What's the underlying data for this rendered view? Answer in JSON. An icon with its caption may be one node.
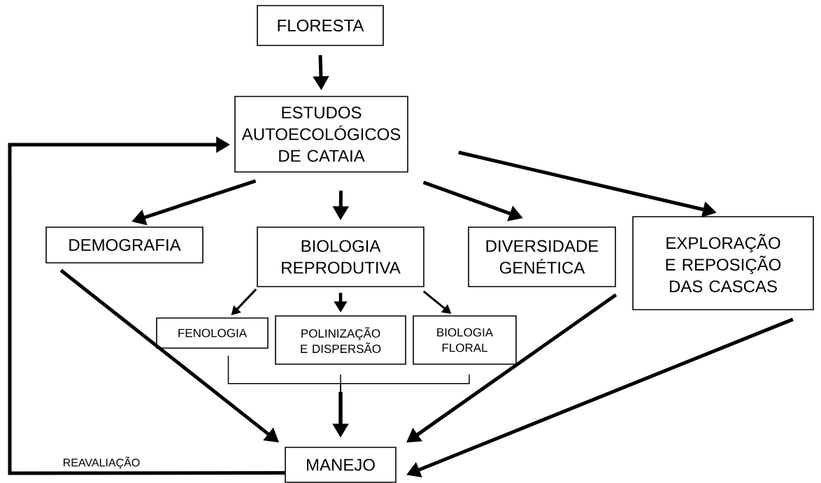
{
  "diagram": {
    "nodes": [
      {
        "text": [
          "FLORESTA"
        ]
      },
      {
        "text": [
          "ESTUDOS AUTOECOLÓGICOS DE CATAIA"
        ]
      },
      {
        "text": [
          "DEMOGRAFIA"
        ]
      },
      {
        "text": [
          "BIOLOGIA REPRODUTIVA"
        ]
      },
      {
        "text": [
          "DIVERSIDADE GENÉTICA"
        ]
      },
      {
        "text": [
          "EXPLORAÇÃO E REPOSIÇÃO DAS CASCAS"
        ]
      },
      {
        "text": [
          "FENOLOGIA"
        ]
      },
      {
        "text": [
          "POLINIZAÇÃO E DISPERSÃO"
        ]
      },
      {
        "text": [
          "BIOLOGIA FLORAL"
        ]
      },
      {
        "text": [
          "MANEJO"
        ]
      }
    ],
    "edges": [
      {
        "from": 0,
        "to": 1,
        "arrow": "to"
      },
      {
        "from": 1,
        "to": 2,
        "arrow": "to"
      },
      {
        "from": 1,
        "to": 3,
        "arrow": "to"
      },
      {
        "from": 1,
        "to": 4,
        "arrow": "to"
      },
      {
        "from": 1,
        "to": 5,
        "arrow": "to"
      },
      {
        "from": 3,
        "to": 6,
        "arrow": "to"
      },
      {
        "from": 3,
        "to": 7,
        "arrow": "to"
      },
      {
        "from": 3,
        "to": 8,
        "arrow": "to"
      },
      {
        "from": 2,
        "to": 9,
        "arrow": "to"
      },
      {
        "from": 4,
        "to": 9,
        "arrow": "to"
      },
      {
        "from": 5,
        "to": 9,
        "arrow": "to"
      },
      {
        "from": 6,
        "to": 9,
        "arrow": "to"
      },
      {
        "from": 7,
        "to": 9,
        "arrow": "to"
      },
      {
        "from": 8,
        "to": 9,
        "arrow": "to"
      },
      {
        "from": 9,
        "to": 1,
        "arrow": "to",
        "label": "REAVALIAÇÃO"
      }
    ]
  }
}
